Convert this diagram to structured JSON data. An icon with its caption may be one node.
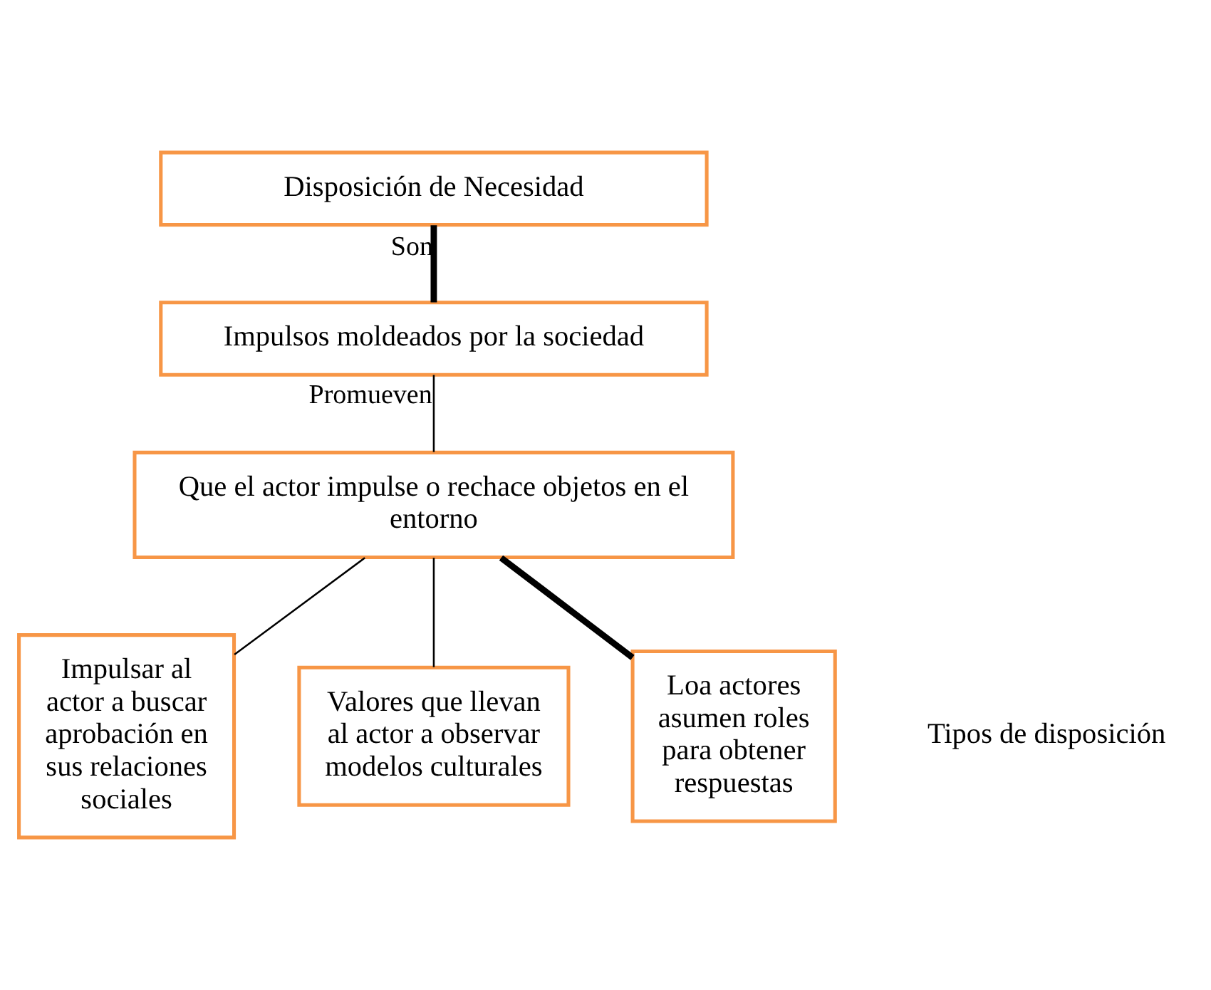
{
  "diagram": {
    "nodes": [
      {
        "text": [
          "Disposición de Necesidad"
        ]
      },
      {
        "text": [
          "Impulsos moldeados por la sociedad"
        ]
      },
      {
        "text": [
          "Que el actor impulse o rechace objetos en el entorno"
        ]
      },
      {
        "text": [
          "Impulsar al actor a buscar aprobación en sus relaciones sociales"
        ]
      },
      {
        "text": [
          "Valores que llevan al actor a observar modelos culturales"
        ]
      },
      {
        "text": [
          "Loa actores asumen roles para obtener respuestas"
        ]
      }
    ],
    "edges": [
      {
        "from": 0,
        "to": 1,
        "arrow": "none",
        "label": "Son",
        "style": "thick"
      },
      {
        "from": 1,
        "to": 2,
        "arrow": "none",
        "label": "Promueven"
      },
      {
        "from": 2,
        "to": 3,
        "arrow": "none"
      },
      {
        "from": 2,
        "to": 4,
        "arrow": "none"
      },
      {
        "from": 2,
        "to": 5,
        "arrow": "none",
        "style": "thick"
      }
    ],
    "labels": [
      "Tipos de disposición"
    ]
  }
}
